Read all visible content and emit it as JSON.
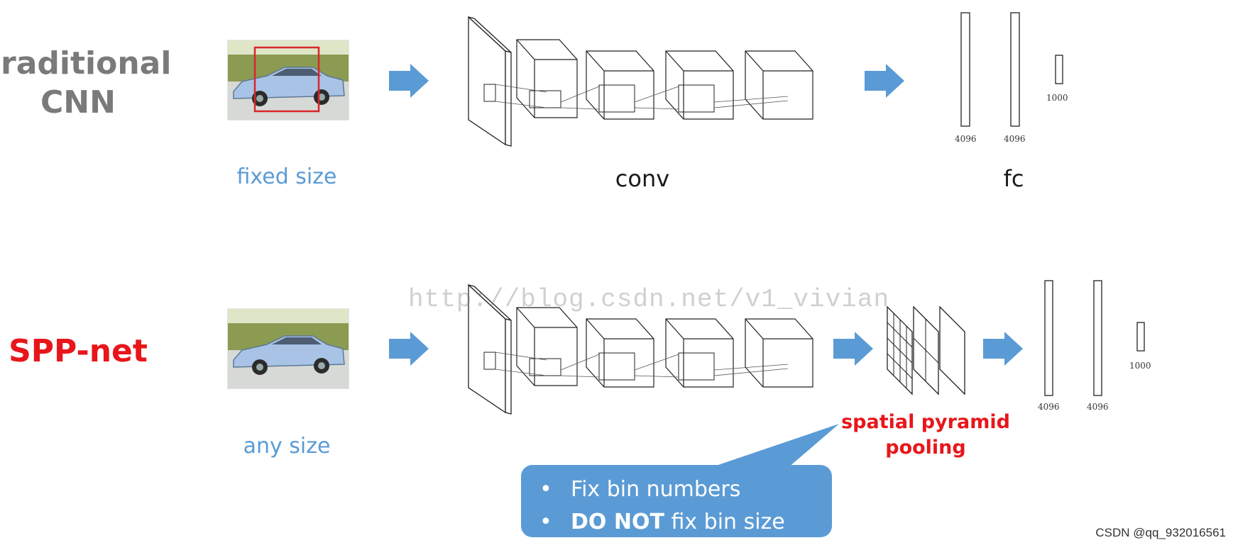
{
  "rows": {
    "traditional": {
      "label_line1": "traditional",
      "label_line2": "CNN",
      "input_caption": "fixed size",
      "conv_caption": "conv",
      "fc_caption": "fc",
      "fc_dims": [
        "4096",
        "4096",
        "1000"
      ]
    },
    "spp": {
      "label": "SPP-net",
      "input_caption": "any size",
      "pool_caption_line1": "spatial pyramid",
      "pool_caption_line2": "pooling",
      "fc_dims": [
        "4096",
        "4096",
        "1000"
      ]
    }
  },
  "callout": {
    "bullet": "•",
    "item1": "Fix bin numbers",
    "item2_bold": "DO NOT",
    "item2_rest": " fix bin size"
  },
  "watermark": "http://blog.csdn.net/v1_vivian",
  "credit": "CSDN @qq_932016561",
  "colors": {
    "arrow": "#5b9bd5",
    "spp_red": "#e8161b",
    "caption_blue": "#5b9bd5",
    "traditional_gray": "#7a7a7a",
    "crop_box": "#d9262c"
  }
}
